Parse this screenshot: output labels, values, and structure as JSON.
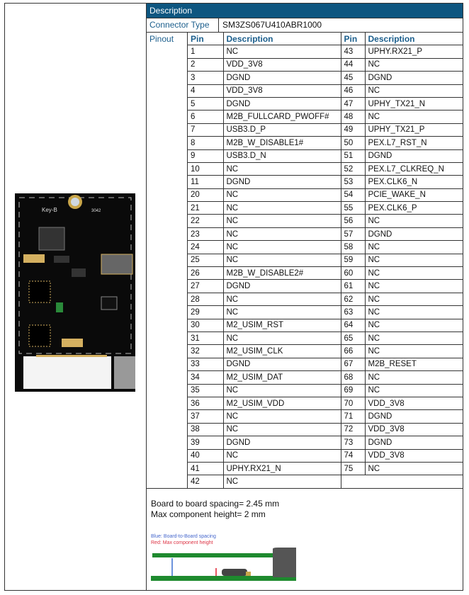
{
  "header": {
    "title": "Description"
  },
  "connector": {
    "label": "Connector Type",
    "value": "SM3ZS067U410ABR1000"
  },
  "pinout": {
    "label": "Pinout",
    "columns": [
      "Pin",
      "Description",
      "Pin",
      "Description"
    ],
    "rows": [
      [
        "1",
        "NC",
        "43",
        "UPHY.RX21_P"
      ],
      [
        "2",
        "VDD_3V8",
        "44",
        "NC"
      ],
      [
        "3",
        "DGND",
        "45",
        "DGND"
      ],
      [
        "4",
        "VDD_3V8",
        "46",
        "NC"
      ],
      [
        "5",
        "DGND",
        "47",
        "UPHY_TX21_N"
      ],
      [
        "6",
        "M2B_FULLCARD_PWOFF#",
        "48",
        "NC"
      ],
      [
        "7",
        "USB3.D_P",
        "49",
        "UPHY_TX21_P"
      ],
      [
        "8",
        "M2B_W_DISABLE1#",
        "50",
        "PEX.L7_RST_N"
      ],
      [
        "9",
        "USB3.D_N",
        "51",
        "DGND"
      ],
      [
        "10",
        "NC",
        "52",
        "PEX.L7_CLKREQ_N"
      ],
      [
        "11",
        "DGND",
        "53",
        "PEX.CLK6_N"
      ],
      [
        "20",
        "NC",
        "54",
        "PCIE_WAKE_N"
      ],
      [
        "21",
        "NC",
        "55",
        "PEX.CLK6_P"
      ],
      [
        "22",
        "NC",
        "56",
        "NC"
      ],
      [
        "23",
        "NC",
        "57",
        "DGND"
      ],
      [
        "24",
        "NC",
        "58",
        "NC"
      ],
      [
        "25",
        "NC",
        "59",
        "NC"
      ],
      [
        "26",
        "M2B_W_DISABLE2#",
        "60",
        "NC"
      ],
      [
        "27",
        "DGND",
        "61",
        "NC"
      ],
      [
        "28",
        "NC",
        "62",
        "NC"
      ],
      [
        "29",
        "NC",
        "63",
        "NC"
      ],
      [
        "30",
        "M2_USIM_RST",
        "64",
        "NC"
      ],
      [
        "31",
        "NC",
        "65",
        "NC"
      ],
      [
        "32",
        "M2_USIM_CLK",
        "66",
        "NC"
      ],
      [
        "33",
        "DGND",
        "67",
        "M2B_RESET"
      ],
      [
        "34",
        "M2_USIM_DAT",
        "68",
        "NC"
      ],
      [
        "35",
        "NC",
        "69",
        "NC"
      ],
      [
        "36",
        "M2_USIM_VDD",
        "70",
        "VDD_3V8"
      ],
      [
        "37",
        "NC",
        "71",
        "DGND"
      ],
      [
        "38",
        "NC",
        "72",
        "VDD_3V8"
      ],
      [
        "39",
        "DGND",
        "73",
        "DGND"
      ],
      [
        "40",
        "NC",
        "74",
        "VDD_3V8"
      ],
      [
        "41",
        "UPHY.RX21_N",
        "75",
        "NC"
      ],
      [
        "42",
        "NC",
        "",
        ""
      ]
    ]
  },
  "notes": {
    "spacing": "Board to board spacing= 2.45 mm",
    "height": "Max component height= 2 mm"
  },
  "diagram": {
    "legend_blue": "Blue: Board-to-Board spacing",
    "legend_red": "Red: Max component height",
    "colors": {
      "board": "#1e8a2e",
      "blue": "#3a6fd0",
      "red": "#e02030"
    }
  },
  "board_image": {
    "silk_key": "Key-B",
    "silk_size": "3042"
  },
  "colors": {
    "header_bg": "#0e5680",
    "label_text": "#1b5e8c"
  }
}
